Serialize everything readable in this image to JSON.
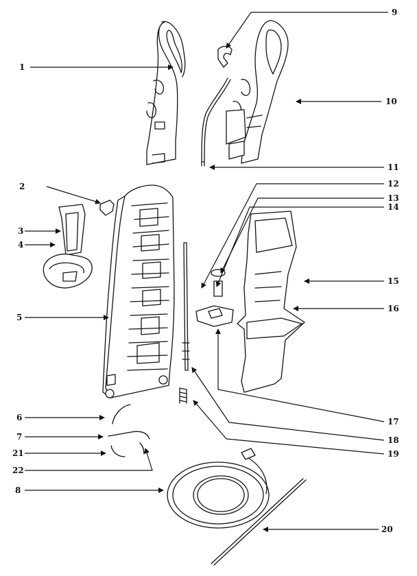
{
  "callouts": [
    {
      "id": "1"
    },
    {
      "id": "2"
    },
    {
      "id": "3"
    },
    {
      "id": "4"
    },
    {
      "id": "5"
    },
    {
      "id": "6"
    },
    {
      "id": "7"
    },
    {
      "id": "8"
    },
    {
      "id": "9"
    },
    {
      "id": "10"
    },
    {
      "id": "11"
    },
    {
      "id": "12"
    },
    {
      "id": "13"
    },
    {
      "id": "14"
    },
    {
      "id": "15"
    },
    {
      "id": "16"
    },
    {
      "id": "17"
    },
    {
      "id": "18"
    },
    {
      "id": "19"
    },
    {
      "id": "20"
    },
    {
      "id": "21"
    },
    {
      "id": "22"
    }
  ]
}
